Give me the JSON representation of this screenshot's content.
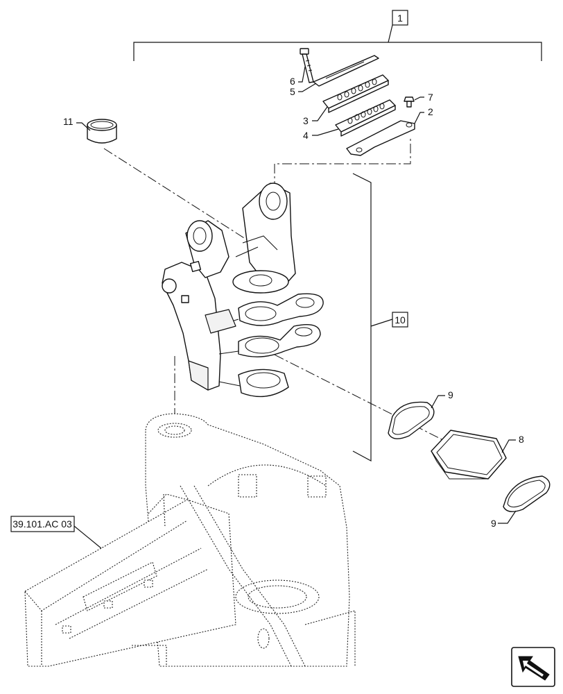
{
  "callouts": {
    "assembly_1": "1",
    "item_2": "2",
    "item_3": "3",
    "item_4": "4",
    "item_5": "5",
    "item_6": "6",
    "item_7": "7",
    "item_8": "8",
    "item_9_upper": "9",
    "item_9_lower": "9",
    "assembly_10": "10",
    "item_11": "11",
    "reference": "39.101.AC 03"
  },
  "icons": {
    "navigation": "next-page-arrow-icon"
  }
}
